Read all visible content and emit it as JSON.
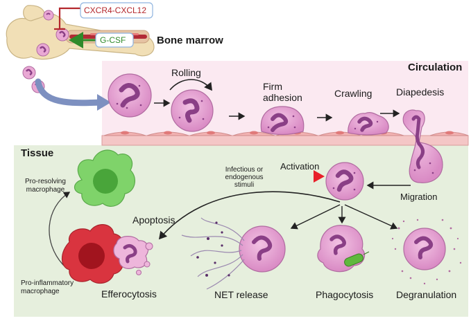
{
  "colors": {
    "circulation_bg": "#fbe9f1",
    "tissue_bg": "#e6efdd",
    "neutrophil_fill": "#e9a8d4",
    "neutrophil_nucleus": "#8a3f86",
    "macrophage_red": "#d9343f",
    "macrophage_green": "#7fd36a",
    "cxcr4_red": "#b3262b",
    "gcsf_green": "#2f8a2a",
    "activation_red": "#e8202a",
    "flow_arrow": "#7d90c0"
  },
  "bone_marrow": {
    "title": "Bone marrow",
    "cxcr4_label": "CXCR4-CXCL12",
    "gcsf_label": "G-CSF"
  },
  "circulation": {
    "title": "Circulation",
    "steps": [
      {
        "label": "Rolling"
      },
      {
        "label": "Firm adhesion"
      },
      {
        "label": "Crawling"
      },
      {
        "label": "Diapedesis"
      }
    ],
    "firm_line1": "Firm",
    "firm_line2": "adhesion"
  },
  "tissue": {
    "title": "Tissue",
    "stimuli_line1": "Infectious or",
    "stimuli_line2": "endogenous",
    "stimuli_line3": "stimuli",
    "activation": "Activation",
    "migration": "Migration",
    "apoptosis": "Apoptosis",
    "pro_resolving_line1": "Pro-resolving",
    "pro_resolving_line2": "macrophage",
    "pro_inflammatory_line1": "Pro-inflammatory",
    "pro_inflammatory_line2": "macrophage",
    "fates": [
      {
        "label": "Efferocytosis"
      },
      {
        "label": "NET release"
      },
      {
        "label": "Phagocytosis"
      },
      {
        "label": "Degranulation"
      }
    ]
  }
}
